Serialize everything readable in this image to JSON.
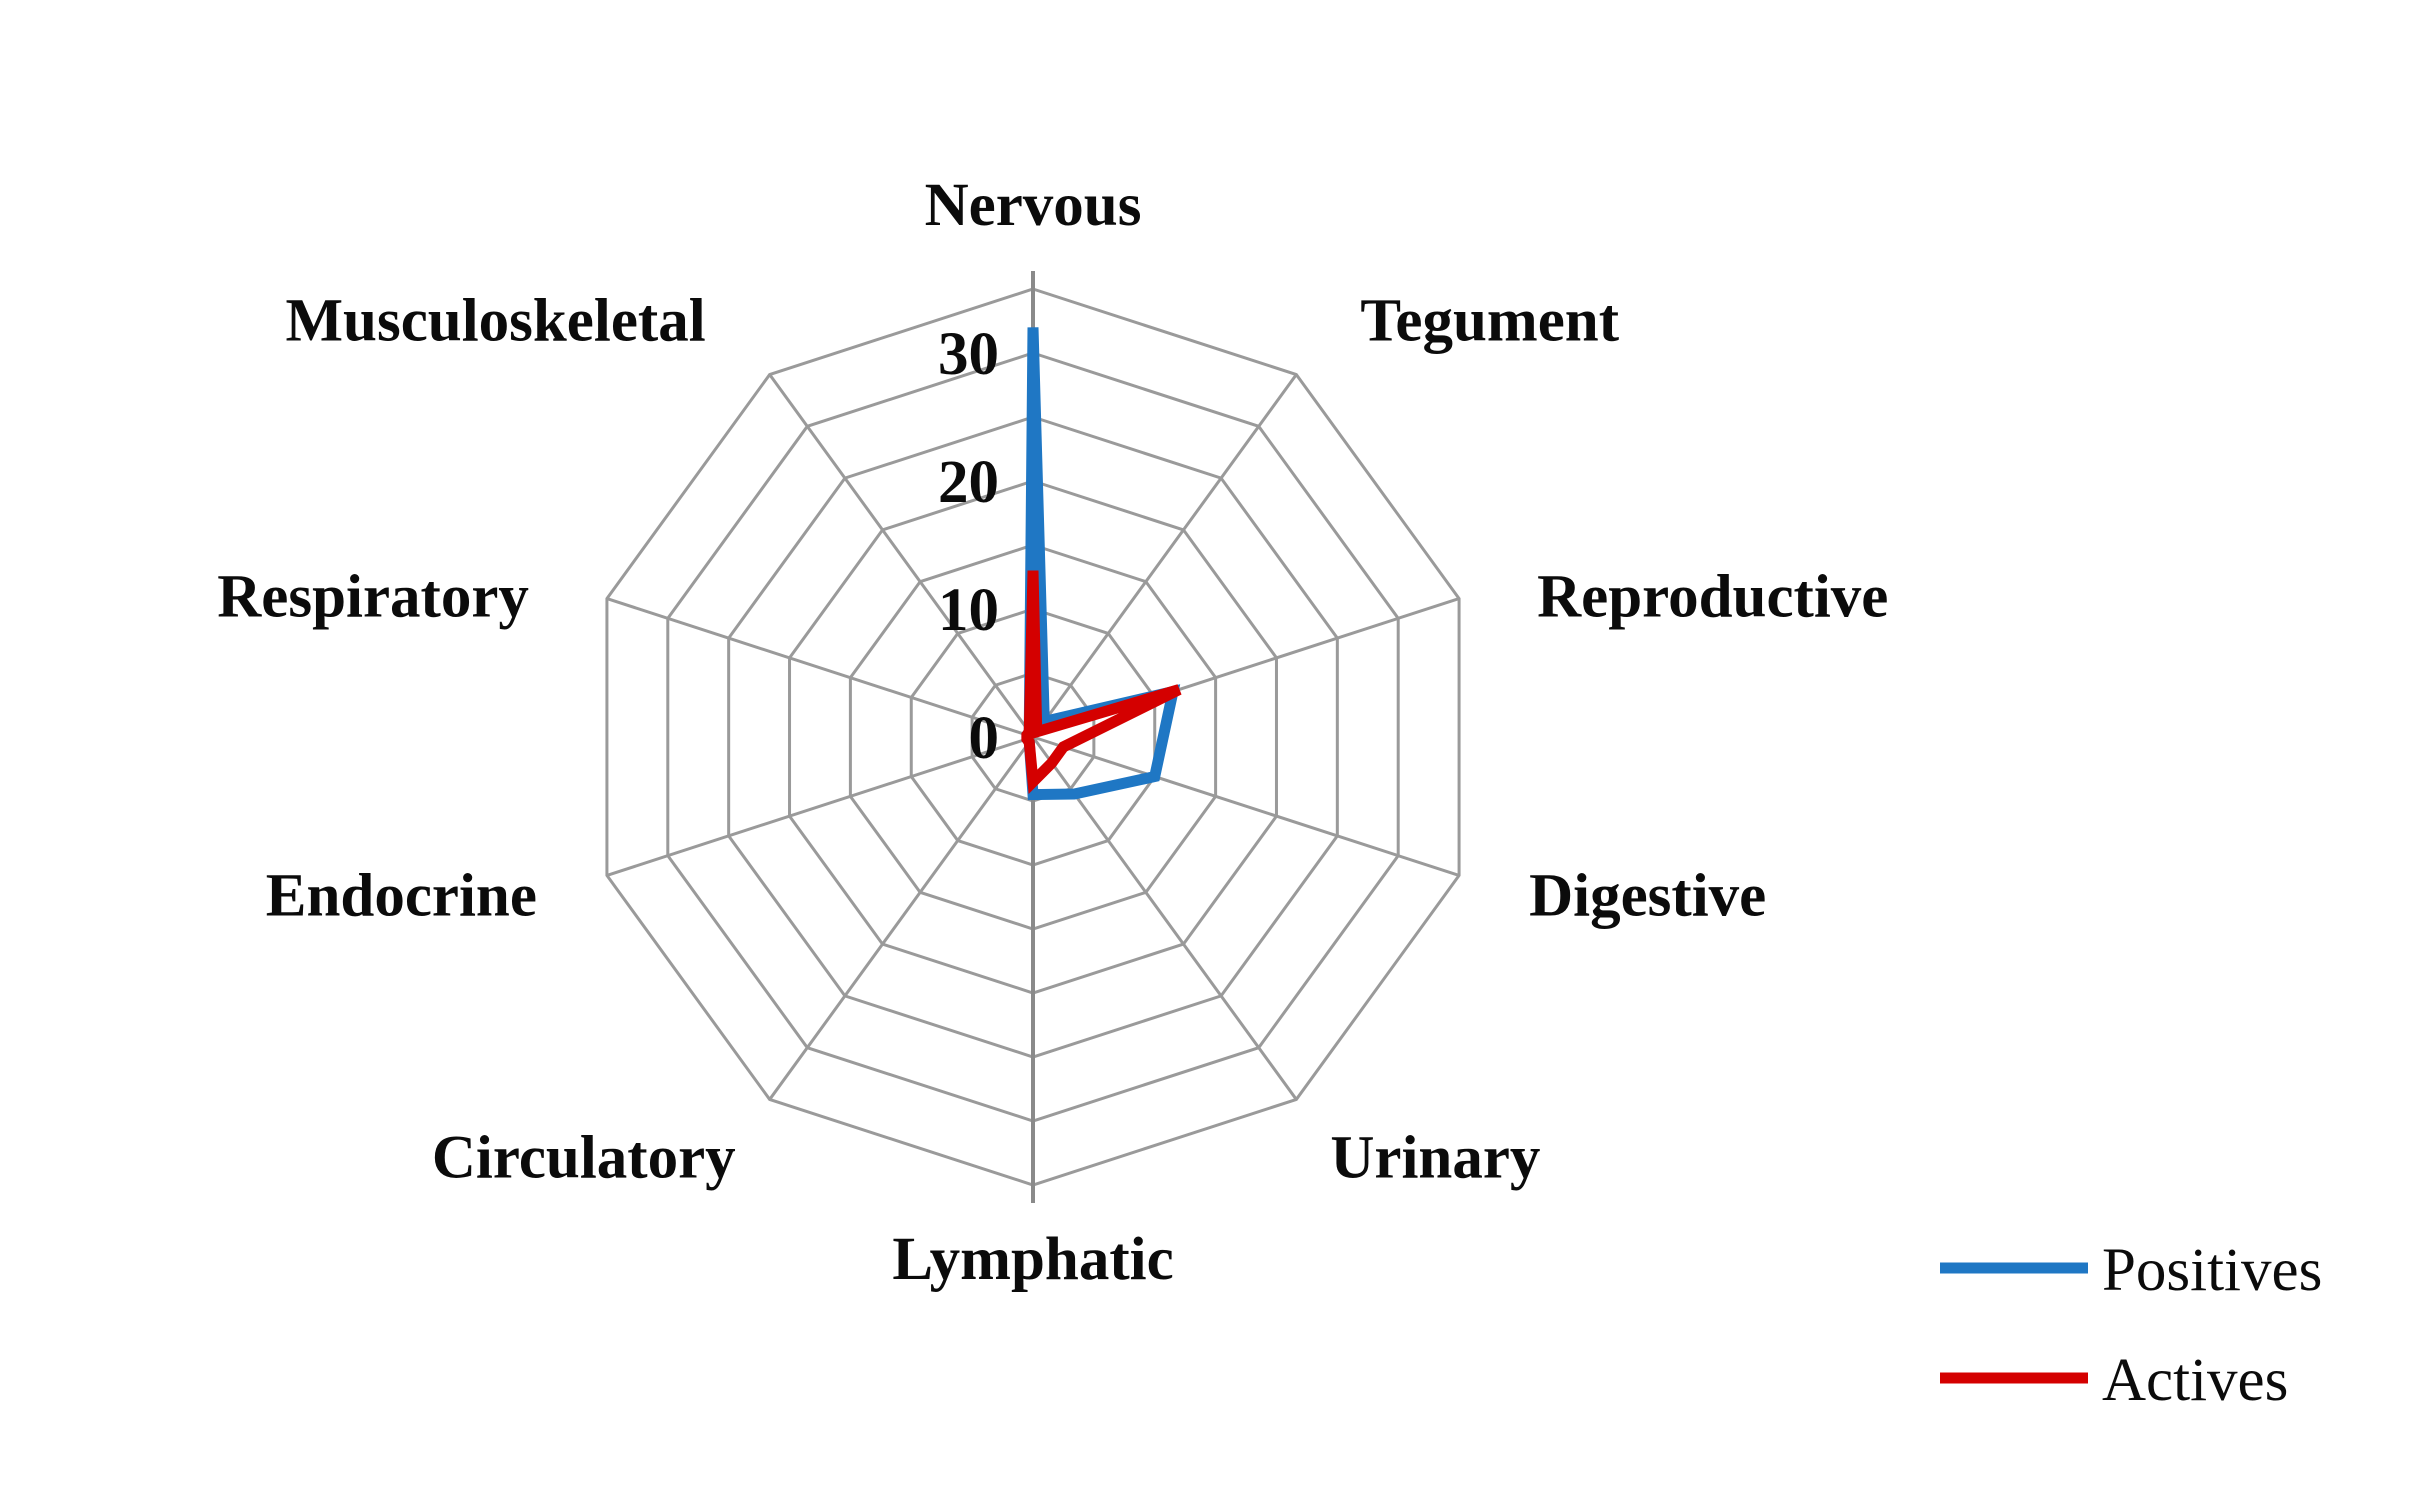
{
  "chart_data": {
    "type": "radar",
    "title": "",
    "subtitle": "",
    "xlabel": "",
    "ylabel": "",
    "categories": [
      "Nervous",
      "Tegument",
      "Reproductive",
      "Digestive",
      "Urinary",
      "Lymphatic",
      "Circulatory",
      "Endocrine",
      "Respiratory",
      "Musculoskeletal"
    ],
    "tick_labels": [
      "0",
      "10",
      "20",
      "30"
    ],
    "tick_values": [
      0,
      10,
      20,
      30
    ],
    "rlim": [
      0,
      35
    ],
    "grid": true,
    "grid_rings": [
      5,
      10,
      15,
      20,
      25,
      30,
      35
    ],
    "legend_position": "bottom-right",
    "series": [
      {
        "name": "Positives",
        "color": "#1f77c4",
        "values": [
          32,
          1.5,
          11.5,
          10,
          5.5,
          4.5,
          0.5,
          0.5,
          0.5,
          0.5
        ]
      },
      {
        "name": "Actives",
        "color": "#d40000",
        "values": [
          13,
          0.5,
          12,
          2.5,
          2.5,
          3.5,
          0.5,
          0.5,
          0.5,
          0.5
        ]
      }
    ]
  },
  "legend": {
    "entries": [
      {
        "label": "Positives",
        "color": "#1f77c4"
      },
      {
        "label": "Actives",
        "color": "#d40000"
      }
    ]
  },
  "axis": {
    "tick_0": "0",
    "tick_10": "10",
    "tick_20": "20",
    "tick_30": "30"
  },
  "labels": {
    "nervous": "Nervous",
    "tegument": "Tegument",
    "reproductive": "Reproductive",
    "digestive": "Digestive",
    "urinary": "Urinary",
    "lymphatic": "Lymphatic",
    "circulatory": "Circulatory",
    "endocrine": "Endocrine",
    "respiratory": "Respiratory",
    "musculoskeletal": "Musculoskeletal"
  }
}
